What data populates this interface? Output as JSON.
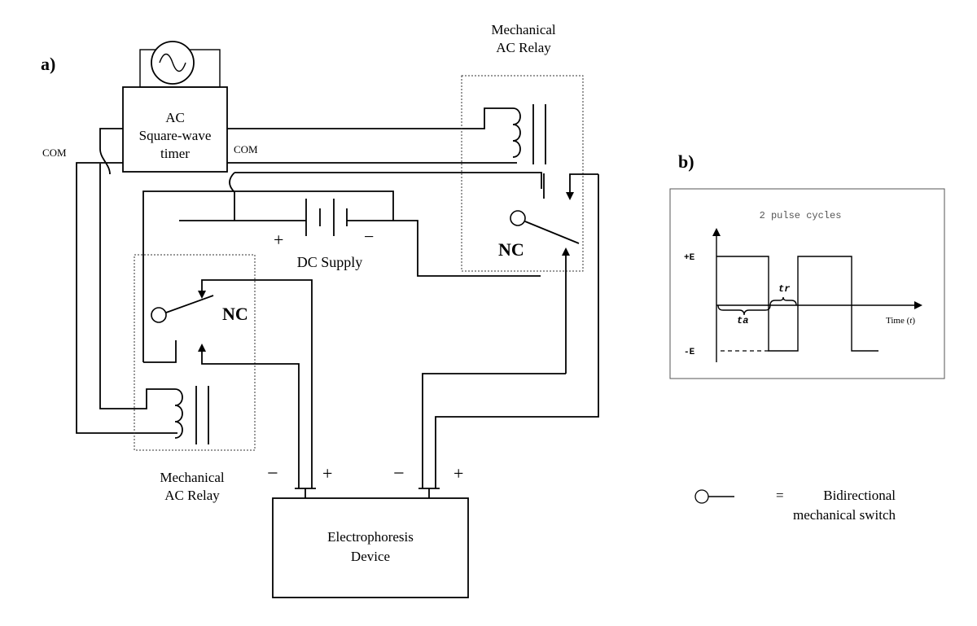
{
  "panel_a": {
    "label": "a)",
    "timer": {
      "line1": "AC",
      "line2": "Square-wave",
      "line3": "timer"
    },
    "com_left": "COM",
    "com_right": "COM",
    "relay_top": {
      "line1": "Mechanical",
      "line2": "AC Relay"
    },
    "relay_bottom": {
      "line1": "Mechanical",
      "line2": "AC Relay"
    },
    "nc_right": "NC",
    "nc_left": "NC",
    "dc_supply": "DC Supply",
    "dc_plus": "+",
    "dc_minus": "−",
    "device": {
      "line1": "Electrophoresis",
      "line2": "Device"
    },
    "terminals": {
      "left_minus": "−",
      "left_plus": "+",
      "right_minus": "−",
      "right_plus": "+"
    }
  },
  "panel_b": {
    "label": "b)",
    "title": "2 pulse cycles",
    "plus_e": "+E",
    "minus_e": "-E",
    "ta": "ta",
    "tr": "tr",
    "time_label": "Time (",
    "time_var": "t",
    "time_close": ")"
  },
  "legend": {
    "equals": "=",
    "word1": "Bidirectional",
    "word2": "mechanical switch"
  }
}
